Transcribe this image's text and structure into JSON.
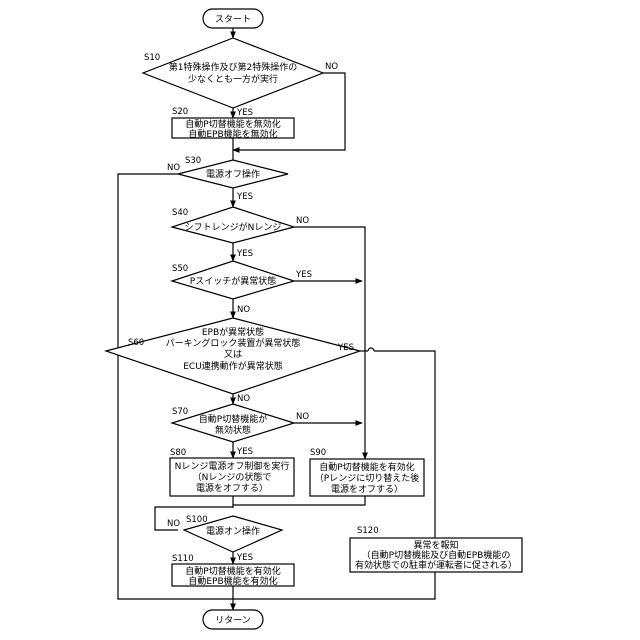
{
  "start": "スタート",
  "end": "リターン",
  "steps": {
    "s10": {
      "id": "S10",
      "lines": [
        "第1特殊操作及び第2特殊操作の",
        "少なくとも一方が実行"
      ]
    },
    "s20": {
      "id": "S20",
      "lines": [
        "自動P切替機能を無効化",
        "自動EPB機能を無効化"
      ]
    },
    "s30": {
      "id": "S30",
      "lines": [
        "電源オフ操作"
      ]
    },
    "s40": {
      "id": "S40",
      "lines": [
        "シフトレンジがNレンジ"
      ]
    },
    "s50": {
      "id": "S50",
      "lines": [
        "Pスイッチが異常状態"
      ]
    },
    "s60": {
      "id": "S60",
      "lines": [
        "EPBが異常状態",
        "パーキングロック装置が異常状態",
        "又は",
        "ECU連携動作が異常状態"
      ]
    },
    "s70": {
      "id": "S70",
      "lines": [
        "自動P切替機能が",
        "無効状態"
      ]
    },
    "s80": {
      "id": "S80",
      "lines": [
        "Nレンジ電源オフ制御を実行",
        "（Nレンジの状態で",
        "電源をオフする）"
      ]
    },
    "s90": {
      "id": "S90",
      "lines": [
        "自動P切替機能を有効化",
        "（Pレンジに切り替えた後",
        "電源をオフする）"
      ]
    },
    "s100": {
      "id": "S100",
      "lines": [
        "電源オン操作"
      ]
    },
    "s110": {
      "id": "S110",
      "lines": [
        "自動P切替機能を有効化",
        "自動EPB機能を有効化"
      ]
    },
    "s120": {
      "id": "S120",
      "lines": [
        "異常を報知",
        "（自動P切替機能及び自動EPB機能の",
        "有効状態での駐車が運転者に促される）"
      ]
    }
  },
  "branch": {
    "yes": "YES",
    "no": "NO"
  },
  "colors": {
    "line": "#000000",
    "fill": "#ffffff"
  }
}
